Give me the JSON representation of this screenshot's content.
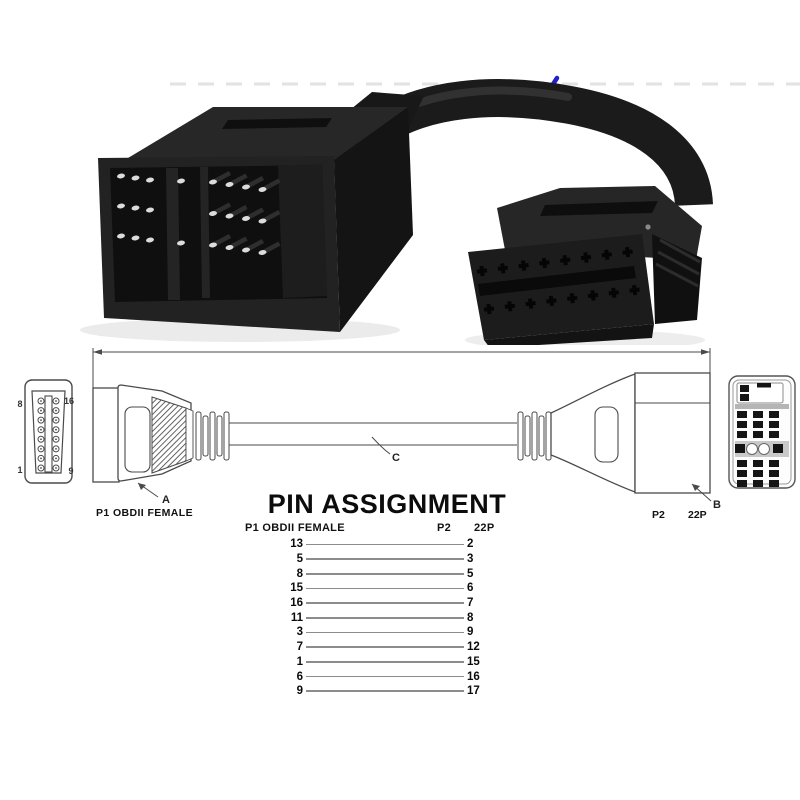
{
  "photo": {
    "watermark_mark": "blue-slash"
  },
  "diagram": {
    "callouts": {
      "a": "A",
      "b": "B",
      "c": "C"
    },
    "left_connector": {
      "caption": "P1 OBDII FEMALE",
      "corner_pins": {
        "top_left": "8",
        "top_right": "16",
        "bottom_left": "1",
        "bottom_right": "9"
      }
    },
    "right_connector": {
      "caption_p2": "P2",
      "caption_type": "22P"
    }
  },
  "pin_assignment": {
    "title": "PIN ASSIGNMENT",
    "columns": {
      "left": "P1 OBDII FEMALE",
      "mid": "P2",
      "right": "22P"
    },
    "mappings": [
      {
        "p1": "13",
        "p2": "2"
      },
      {
        "p1": "5",
        "p2": "3"
      },
      {
        "p1": "8",
        "p2": "5"
      },
      {
        "p1": "15",
        "p2": "6"
      },
      {
        "p1": "16",
        "p2": "7"
      },
      {
        "p1": "11",
        "p2": "8"
      },
      {
        "p1": "3",
        "p2": "9"
      },
      {
        "p1": "7",
        "p2": "12"
      },
      {
        "p1": "1",
        "p2": "15"
      },
      {
        "p1": "6",
        "p2": "16"
      },
      {
        "p1": "9",
        "p2": "17"
      }
    ]
  },
  "colors": {
    "background": "#ffffff",
    "connector_black": "#1f1f1f",
    "connector_dark": "#0e0e0e",
    "diagram_line": "#4a4a4a",
    "table_wire": "#8c8c8c",
    "text": "#0c0c0c",
    "watermark_blue": "#2020cc"
  }
}
